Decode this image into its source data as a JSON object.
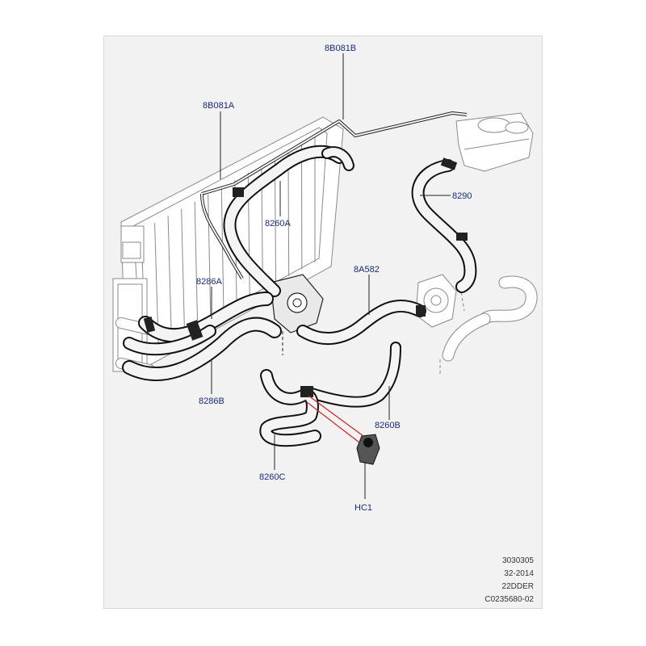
{
  "callouts": [
    {
      "id": "8b081b",
      "text": "8B081B"
    },
    {
      "id": "8b081a",
      "text": "8B081A"
    },
    {
      "id": "8290",
      "text": "8290"
    },
    {
      "id": "8260a",
      "text": "8260A"
    },
    {
      "id": "8a582",
      "text": "8A582"
    },
    {
      "id": "8286a",
      "text": "8286A"
    },
    {
      "id": "8286b",
      "text": "8286B"
    },
    {
      "id": "8260b",
      "text": "8260B"
    },
    {
      "id": "8260c",
      "text": "8260C"
    },
    {
      "id": "hc1",
      "text": "HC1"
    }
  ],
  "footer": {
    "line1": "3030305",
    "line2": "32-2014",
    "line3": "22DDER",
    "line4": "C0235680-02"
  },
  "colors": {
    "panel": "#f2f2f2",
    "callout_text": "#1a2a7a",
    "highlight": "#cc2222"
  }
}
